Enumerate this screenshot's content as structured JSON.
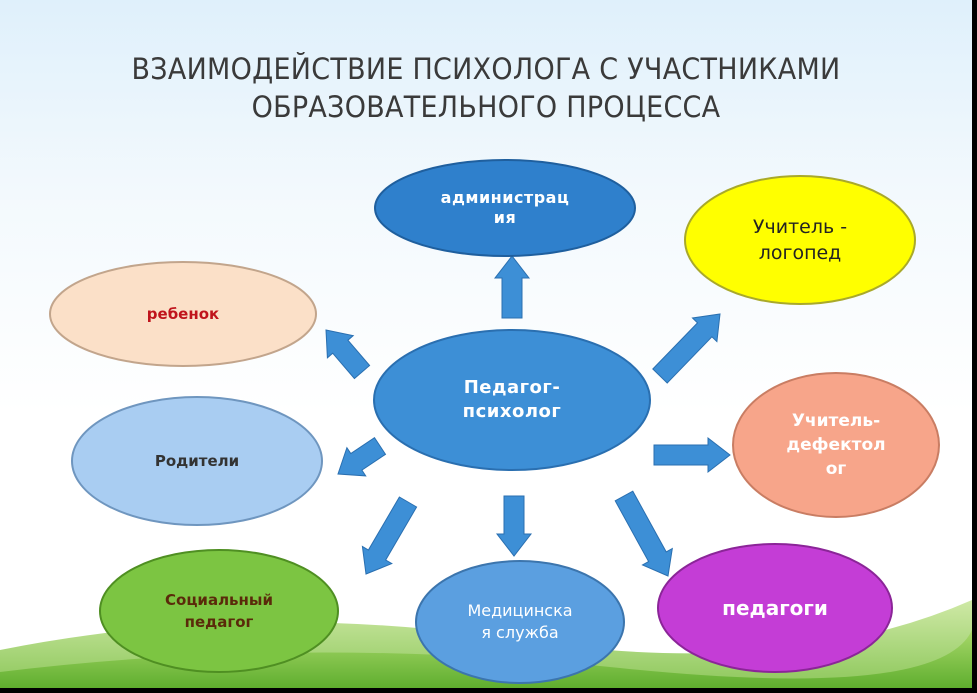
{
  "title": {
    "line1": "ВЗАИМОДЕЙСТВИЕ ПСИХОЛОГА С УЧАСТНИКАМИ",
    "line2": "ОБРАЗОВАТЕЛЬНОГО ПРОЦЕССА"
  },
  "center": {
    "label": "Педагог-\nпсихолог"
  },
  "nodes": {
    "administration": "администрац\nия",
    "speech_therapist": "Учитель -\nлогопед",
    "child": "ребенок",
    "parents": "Родители",
    "defectologist": "Учитель-\nдефектол\nог",
    "social_pedagogue": "Социальный\nпедагог",
    "medical_service": "Медицинска\nя служба",
    "teachers": "педагоги"
  },
  "colors": {
    "arrow": "#3d8fd6",
    "center": "#3d8fd6",
    "administration": "#2f80cc",
    "speech_therapist": "#ffff00",
    "child": "#fbe0c8",
    "parents": "#a9cdf2",
    "defectologist": "#f7a58a",
    "social_pedagogue": "#7cc542",
    "medical_service": "#5b9fe0",
    "teachers": "#c43dd6"
  }
}
